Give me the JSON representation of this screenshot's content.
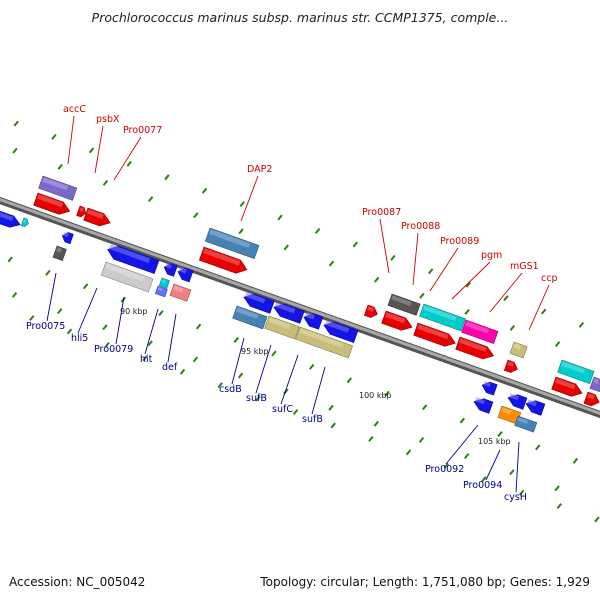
{
  "title": "Prochlorococcus marinus subsp. marinus str. CCMP1375, comple...",
  "footer": {
    "accession": "Accession: NC_005042",
    "summary": "Topology: circular; Length: 1,751,080 bp; Genes: 1,929"
  },
  "colors": {
    "label_forward": "#cc0000",
    "label_reverse": "#00008b",
    "backbone": "#8c8c8c",
    "tick": "#2e7d10"
  },
  "ticks": [
    "90 kbp",
    "95 kbp",
    "100 kbp",
    "105 kbp"
  ],
  "labels_forward": [
    "accC",
    "psbX",
    "Pro0077",
    "DAP2",
    "Pro0087",
    "Pro0088",
    "Pro0089",
    "pgm",
    "mGS1",
    "ccp"
  ],
  "labels_reverse": [
    "Pro0075",
    "hli5",
    "Pro0079",
    "hit",
    "def",
    "csdB",
    "sufB",
    "sufC",
    "sufB",
    "Pro0092",
    "Pro0094",
    "cysH"
  ]
}
